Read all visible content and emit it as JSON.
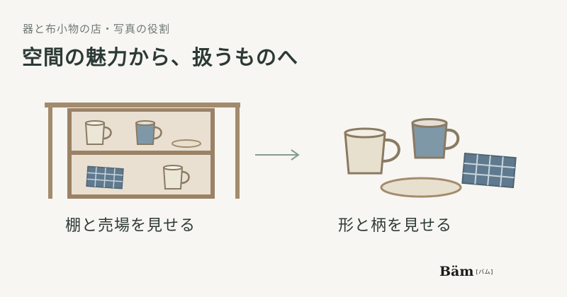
{
  "header": {
    "subtitle": "器と布小物の店・写真の役割",
    "title": "空間の魅力から、扱うものへ"
  },
  "captions": {
    "left": "棚と売場を見せる",
    "right": "形と柄を見せる"
  },
  "logo": {
    "word": "Bäm",
    "sub": "[バム]"
  },
  "colors": {
    "background": "#f7f6f2",
    "shelf_wood": "#a38b6d",
    "shelf_back": "#e9e0d2",
    "cream": "#e8e0cf",
    "blue_gray": "#7f98a8",
    "outline": "#8a7a62",
    "arrow": "#879a92",
    "textile_dark": "#5f7a8e",
    "textile_light": "#c8d4dc"
  },
  "icons": [
    "shelf-icon",
    "arrow-right-icon",
    "mug-icon",
    "plate-icon",
    "textile-icon"
  ]
}
